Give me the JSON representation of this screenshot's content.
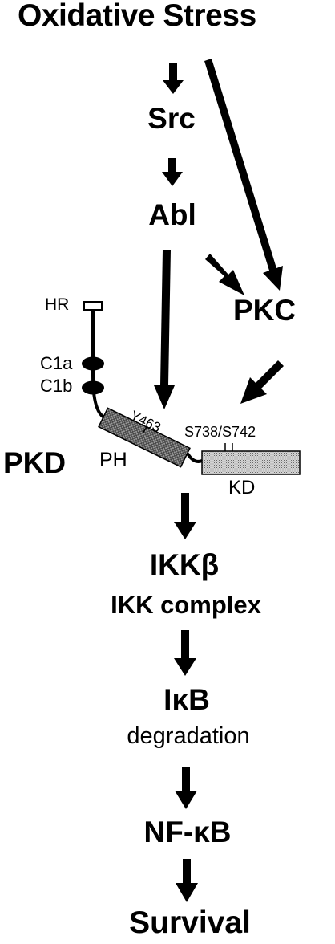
{
  "nodes": {
    "oxidative_stress": "Oxidative Stress",
    "src": "Src",
    "abl": "Abl",
    "pkc": "PKC",
    "pkd": "PKD",
    "ikk_beta": "IKKβ",
    "ikk_complex": "IKK complex",
    "ikb": "IκB",
    "degradation": "degradation",
    "nfkb": "NF-κB",
    "survival": "Survival"
  },
  "pkd_domains": {
    "hr": "HR",
    "c1a": "C1a",
    "c1b": "C1b",
    "ph": "PH",
    "y463": "Y463",
    "kd": "KD",
    "sites": "S738/S742"
  },
  "colors": {
    "ink": "#000000",
    "paper": "#ffffff",
    "hatch": "#8a8a8a",
    "stipple": "#c4c4c4"
  }
}
